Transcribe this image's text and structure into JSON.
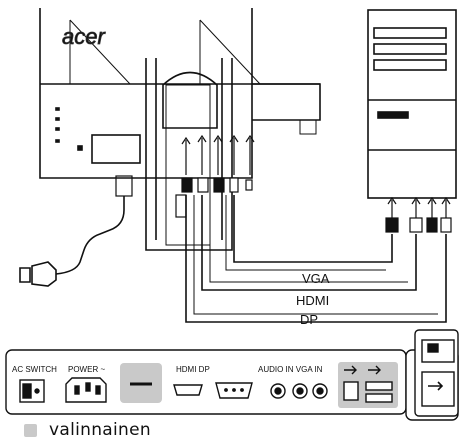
{
  "monitor": {
    "brand": "acer"
  },
  "cables": {
    "vga": "VGA",
    "hdmi": "HDMI",
    "dp": "DP"
  },
  "rear_panel": {
    "ac_switch": "AC SWITCH",
    "power": "POWER ~",
    "hdmi_dp": "HDMI DP",
    "audio_in": "AUDIO IN VGA IN"
  },
  "legend": {
    "label": "valinnainen",
    "swatch_color": "#c9c9c9"
  }
}
